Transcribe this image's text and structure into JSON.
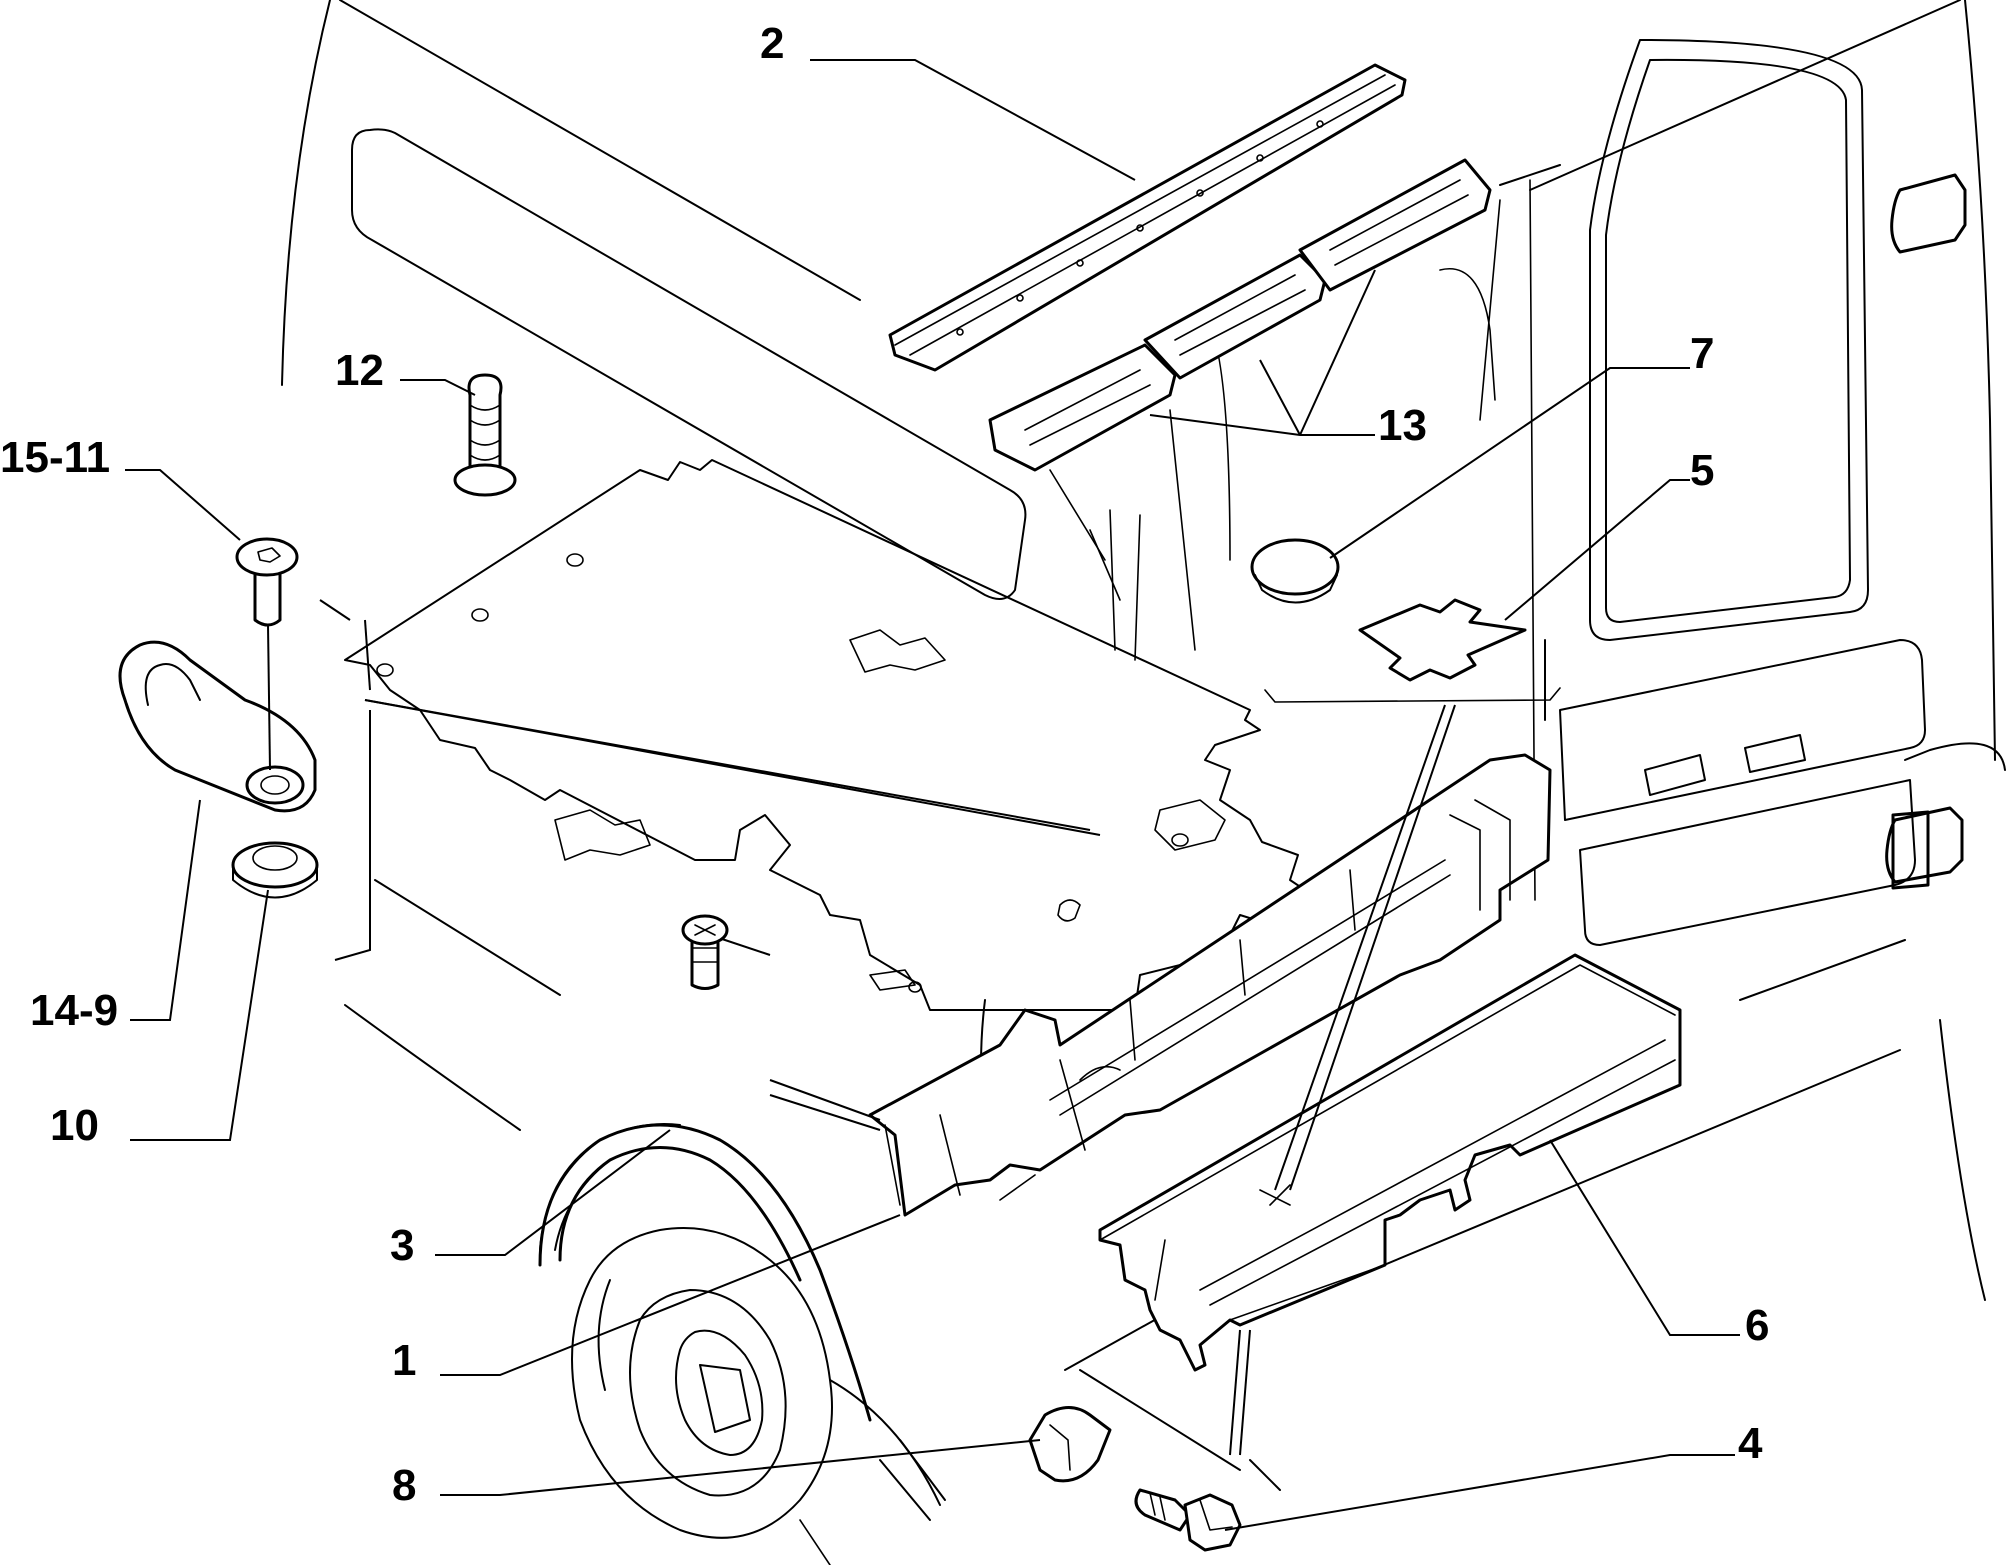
{
  "callouts": [
    {
      "id": "2",
      "label": "2"
    },
    {
      "id": "7",
      "label": "7"
    },
    {
      "id": "13",
      "label": "13"
    },
    {
      "id": "5",
      "label": "5"
    },
    {
      "id": "12",
      "label": "12"
    },
    {
      "id": "15-11",
      "label": "15-11"
    },
    {
      "id": "14-9",
      "label": "14-9"
    },
    {
      "id": "10",
      "label": "10"
    },
    {
      "id": "3",
      "label": "3"
    },
    {
      "id": "1",
      "label": "1"
    },
    {
      "id": "6",
      "label": "6"
    },
    {
      "id": "8",
      "label": "8"
    },
    {
      "id": "4",
      "label": "4"
    }
  ],
  "line_color": "#000000",
  "background_color": "#ffffff"
}
